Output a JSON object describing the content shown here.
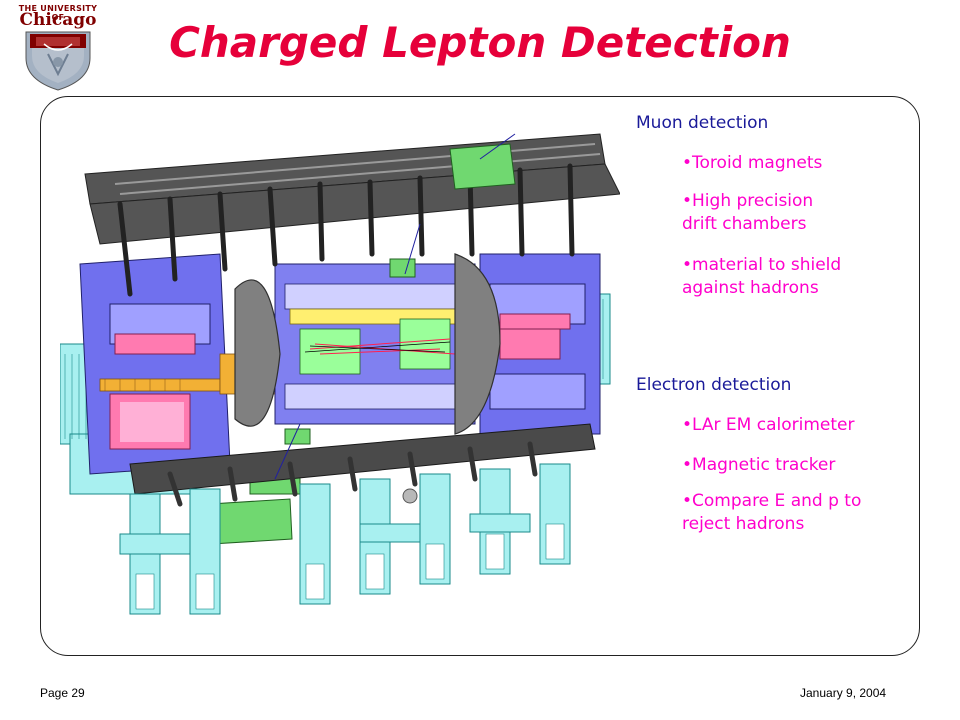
{
  "logo": {
    "top_text": "THE UNIVERSITY OF",
    "name": "Chicago"
  },
  "title": "Charged Lepton Detection",
  "muon": {
    "heading": "Muon detection",
    "bullets": [
      "•Toroid magnets",
      "•High precision drift chambers",
      "•material to shield against hadrons"
    ]
  },
  "electron": {
    "heading": "Electron detection",
    "bullets": [
      "•LAr EM calorimeter",
      "•Magnetic tracker",
      "•Compare E and p to reject hadrons"
    ]
  },
  "footer": {
    "page": "Page 29",
    "date": "January 9, 2004"
  },
  "colors": {
    "title": "#e6003a",
    "heading": "#1a1a99",
    "bullet": "#ff00cc",
    "crest": "#800000"
  }
}
